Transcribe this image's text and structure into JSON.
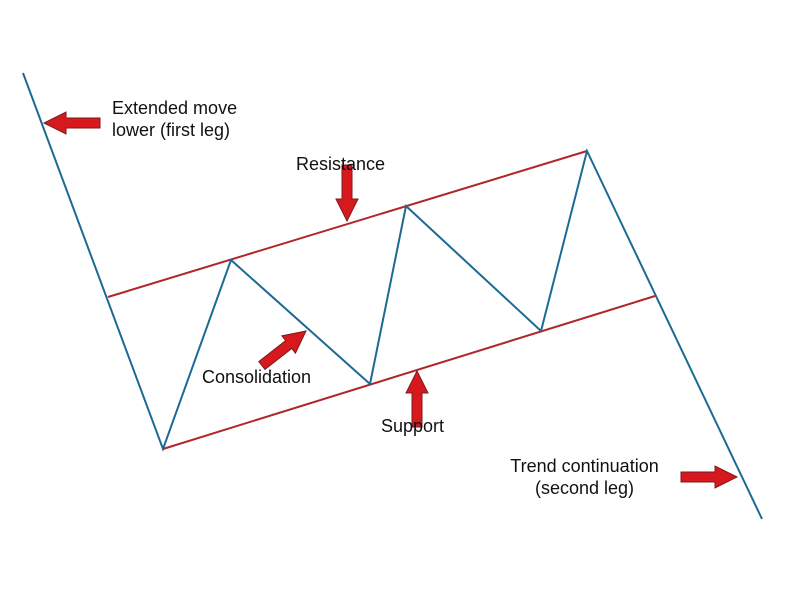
{
  "colors": {
    "price_line": "#1c6a93",
    "channel_line": "#b0262a",
    "arrow_fill": "#d7191e",
    "arrow_stroke": "#7a1a1c",
    "text": "#111111",
    "background": "#ffffff"
  },
  "labels": {
    "first_leg_line1": "Extended move",
    "first_leg_line2": "lower (first leg)",
    "resistance": "Resistance",
    "consolidation": "Consolidation",
    "support": "Support",
    "continuation_line1": "Trend continuation",
    "continuation_line2": "(second leg)"
  },
  "icons": {
    "first_leg_arrow": "arrow-left-icon",
    "resistance_arrow": "arrow-down-icon",
    "consolidation_arrow": "arrow-up-right-icon",
    "support_arrow": "arrow-up-icon",
    "continuation_arrow": "arrow-right-icon"
  }
}
